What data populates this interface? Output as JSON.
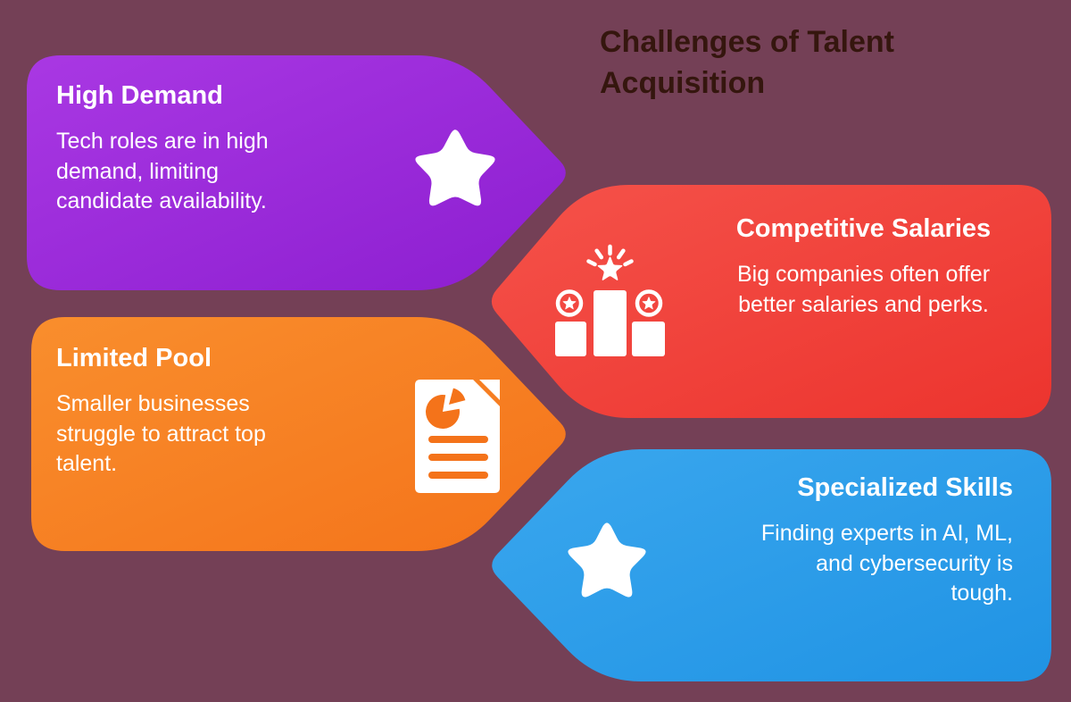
{
  "page_title": "Challenges of Talent Acquisition",
  "colors": {
    "background": "#744056",
    "title_text": "#35160e",
    "banner_text": "#ffffff",
    "icon_color": "#ffffff"
  },
  "banners": [
    {
      "name": "high-demand",
      "title": "High Demand",
      "body_lines": [
        "Tech roles are in high",
        "demand, limiting",
        "candidate availability."
      ],
      "icon": "star-icon",
      "direction": "right",
      "gradient": [
        "#a938e3",
        "#8c1ed0"
      ]
    },
    {
      "name": "competitive-salaries",
      "title": "Competitive Salaries",
      "body_lines": [
        "Big companies often offer",
        "better salaries and perks."
      ],
      "icon": "podium-icon",
      "direction": "left",
      "gradient": [
        "#f5524a",
        "#ec342e"
      ]
    },
    {
      "name": "limited-pool",
      "title": "Limited Pool",
      "body_lines": [
        "Smaller businesses",
        "struggle to attract top",
        "talent."
      ],
      "icon": "report-icon",
      "direction": "right",
      "gradient": [
        "#f98e2d",
        "#f4731a"
      ]
    },
    {
      "name": "specialized-skills",
      "title": "Specialized Skills",
      "body_lines": [
        "Finding experts in AI, ML,",
        "and cybersecurity is",
        "tough."
      ],
      "icon": "star-icon",
      "direction": "left",
      "gradient": [
        "#3aa7ee",
        "#2093e4"
      ]
    }
  ]
}
